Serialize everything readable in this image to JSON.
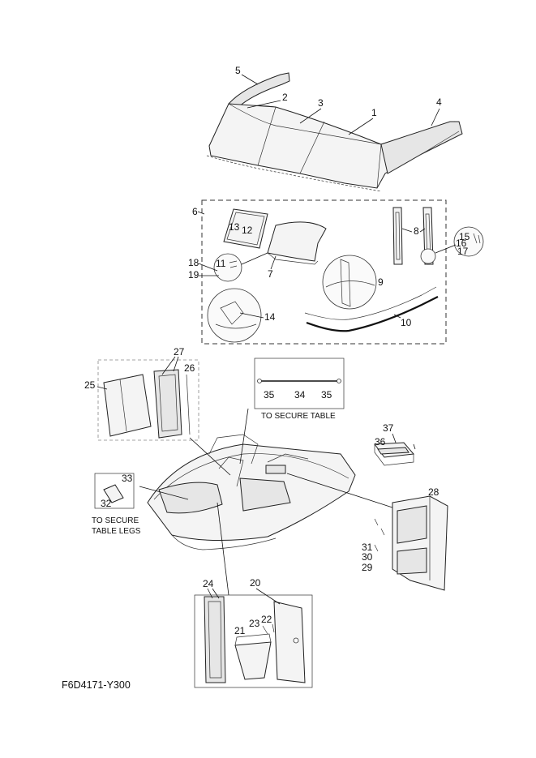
{
  "diagram_code": "F6D4171-Y300",
  "notes": {
    "secure_table": "TO SECURE TABLE",
    "secure_table_legs_1": "TO SECURE",
    "secure_table_legs_2": "TABLE LEGS"
  },
  "callouts": {
    "c1": "1",
    "c2": "2",
    "c3": "3",
    "c4": "4",
    "c5": "5",
    "c6": "6",
    "c7": "7",
    "c8": "8",
    "c9": "9",
    "c10": "10",
    "c11": "11",
    "c12": "12",
    "c13": "13",
    "c14": "14",
    "c15": "15",
    "c16": "16",
    "c17": "17",
    "c18": "18",
    "c19": "19",
    "c20": "20",
    "c21": "21",
    "c22": "22",
    "c23": "23",
    "c24": "24",
    "c25": "25",
    "c26": "26",
    "c27": "27",
    "c28": "28",
    "c29": "29",
    "c30": "30",
    "c31": "31",
    "c32": "32",
    "c33": "33",
    "c34": "34",
    "c35a": "35",
    "c35b": "35",
    "c36": "36",
    "c37": "37"
  }
}
